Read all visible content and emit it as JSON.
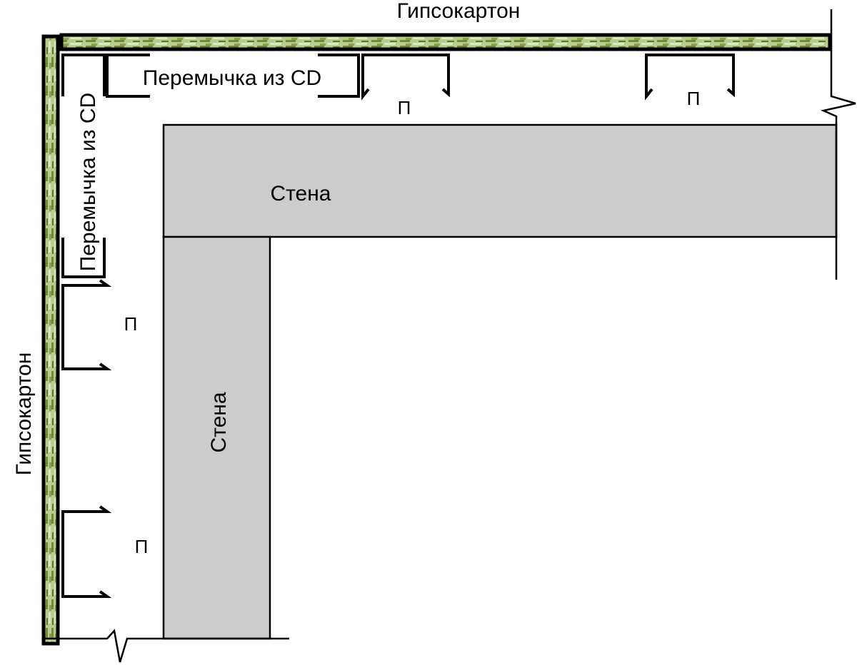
{
  "labels": {
    "drywall_top": "Гипсокартон",
    "drywall_left": "Гипсокартон",
    "jumper_top": "Перемычка из CD",
    "jumper_left": "Перемычка из CD",
    "wall_horizontal": "Стена",
    "wall_vertical": "Стена",
    "profile_1": "П",
    "profile_2": "П",
    "profile_3": "П",
    "profile_4": "П"
  },
  "colors": {
    "wall_fill": "#cccccc",
    "drywall_green": "#7a9040",
    "drywall_light": "#c8d8a0"
  }
}
